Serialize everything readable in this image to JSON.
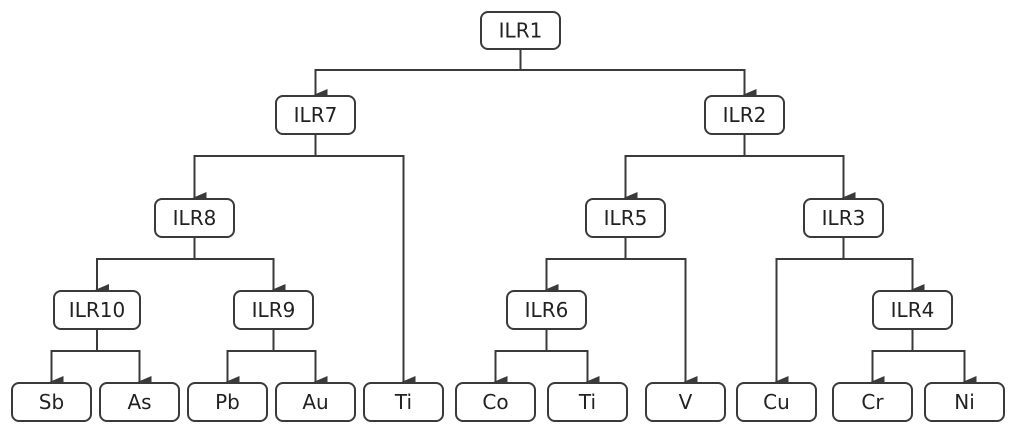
{
  "nodes": {
    "ilr1": "ILR1",
    "ilr7": "ILR7",
    "ilr2": "ILR2",
    "ilr8": "ILR8",
    "ilr5": "ILR5",
    "ilr3": "ILR3",
    "ilr10": "ILR10",
    "ilr9": "ILR9",
    "ilr6": "ILR6",
    "ilr4": "ILR4",
    "sb": "Sb",
    "as": "As",
    "pb": "Pb",
    "au": "Au",
    "ti_1": "Ti",
    "co": "Co",
    "ti_2": "Ti",
    "v": "V",
    "cu": "Cu",
    "cr": "Cr",
    "ni": "Ni"
  },
  "edges": [
    [
      "ilr1",
      "ilr7"
    ],
    [
      "ilr1",
      "ilr2"
    ],
    [
      "ilr7",
      "ilr8"
    ],
    [
      "ilr7",
      "ti_1"
    ],
    [
      "ilr8",
      "ilr10"
    ],
    [
      "ilr8",
      "ilr9"
    ],
    [
      "ilr10",
      "sb"
    ],
    [
      "ilr10",
      "as"
    ],
    [
      "ilr9",
      "pb"
    ],
    [
      "ilr9",
      "au"
    ],
    [
      "ilr2",
      "ilr5"
    ],
    [
      "ilr2",
      "ilr3"
    ],
    [
      "ilr5",
      "ilr6"
    ],
    [
      "ilr5",
      "v"
    ],
    [
      "ilr6",
      "co"
    ],
    [
      "ilr6",
      "ti_2"
    ],
    [
      "ilr3",
      "cu"
    ],
    [
      "ilr3",
      "ilr4"
    ],
    [
      "ilr4",
      "cr"
    ],
    [
      "ilr4",
      "ni"
    ]
  ],
  "colors": {
    "stroke": "#3a3a3a",
    "fill": "#ffffff",
    "text": "#222222"
  }
}
